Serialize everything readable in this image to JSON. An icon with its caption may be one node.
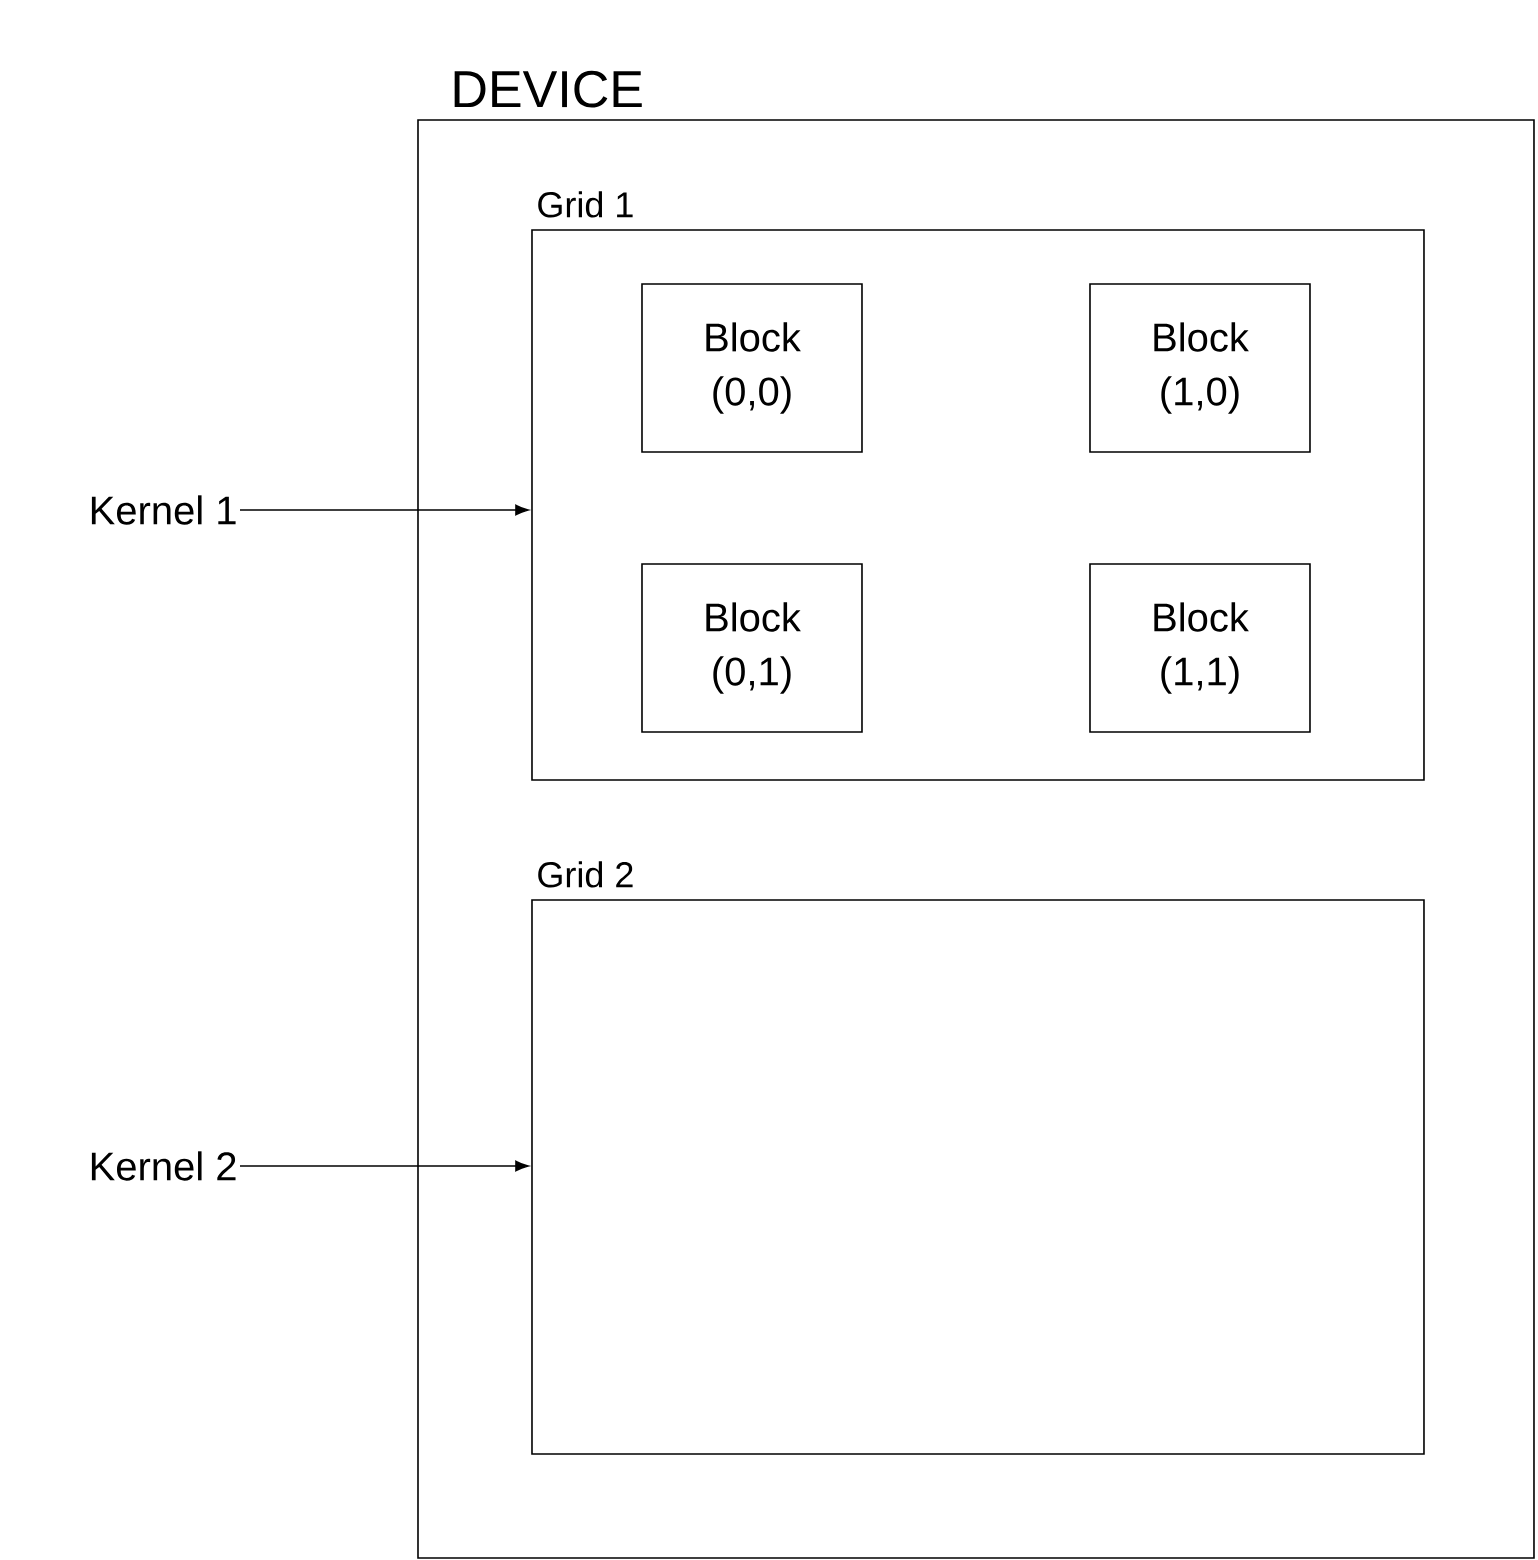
{
  "diagram": {
    "nodes": [
      {
        "text": [
          "DEVICE"
        ]
      },
      {
        "text": [
          "Grid 1"
        ],
        "in": 0
      },
      {
        "text": [
          "Block (0,0)"
        ],
        "in": 1
      },
      {
        "text": [
          "Block (1,0)"
        ],
        "in": 1
      },
      {
        "text": [
          "Block (0,1)"
        ],
        "in": 1
      },
      {
        "text": [
          "Block (1,1)"
        ],
        "in": 1
      },
      {
        "text": [
          "Grid 2"
        ],
        "in": 0
      },
      {
        "text": [
          "Kernel 1"
        ]
      },
      {
        "text": [
          "Kernel 2"
        ]
      }
    ],
    "edges": [
      {
        "from": 7,
        "to": 1,
        "arrow": "to"
      },
      {
        "from": 8,
        "to": 6,
        "arrow": "to"
      }
    ]
  }
}
